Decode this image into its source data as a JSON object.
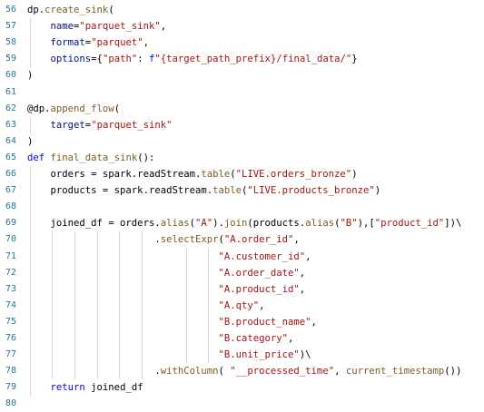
{
  "editor": {
    "line_numbers": [
      "56",
      "57",
      "58",
      "59",
      "60",
      "61",
      "62",
      "63",
      "64",
      "65",
      "66",
      "67",
      "68",
      "69",
      "70",
      "71",
      "72",
      "73",
      "74",
      "75",
      "76",
      "77",
      "78",
      "79",
      "80"
    ],
    "lines": [
      {
        "indent": "",
        "tokens": [
          {
            "t": "dp",
            "c": "plain"
          },
          {
            "t": ".",
            "c": "plain"
          },
          {
            "t": "create_sink",
            "c": "fn"
          },
          {
            "t": "(",
            "c": "plain"
          }
        ]
      },
      {
        "indent": "    ",
        "tokens": [
          {
            "t": "name",
            "c": "var"
          },
          {
            "t": "=",
            "c": "plain"
          },
          {
            "t": "\"parquet_sink\"",
            "c": "str"
          },
          {
            "t": ",",
            "c": "plain"
          }
        ]
      },
      {
        "indent": "    ",
        "tokens": [
          {
            "t": "format",
            "c": "var"
          },
          {
            "t": "=",
            "c": "plain"
          },
          {
            "t": "\"parquet\"",
            "c": "str"
          },
          {
            "t": ",",
            "c": "plain"
          }
        ]
      },
      {
        "indent": "    ",
        "tokens": [
          {
            "t": "options",
            "c": "var"
          },
          {
            "t": "={",
            "c": "plain"
          },
          {
            "t": "\"path\"",
            "c": "str"
          },
          {
            "t": ": ",
            "c": "plain"
          },
          {
            "t": "f",
            "c": "kw"
          },
          {
            "t": "\"{target_path_prefix}/final_data/\"",
            "c": "str"
          },
          {
            "t": "}",
            "c": "plain"
          }
        ]
      },
      {
        "indent": "",
        "tokens": [
          {
            "t": ")",
            "c": "plain"
          }
        ]
      },
      {
        "indent": "",
        "tokens": []
      },
      {
        "indent": "",
        "tokens": [
          {
            "t": "@dp.",
            "c": "plain"
          },
          {
            "t": "append_flow",
            "c": "dec"
          },
          {
            "t": "(",
            "c": "plain"
          }
        ]
      },
      {
        "indent": "    ",
        "tokens": [
          {
            "t": "target",
            "c": "var"
          },
          {
            "t": "=",
            "c": "plain"
          },
          {
            "t": "\"parquet_sink\"",
            "c": "str"
          }
        ]
      },
      {
        "indent": "",
        "tokens": [
          {
            "t": ")",
            "c": "plain"
          }
        ]
      },
      {
        "indent": "",
        "tokens": [
          {
            "t": "def",
            "c": "kw"
          },
          {
            "t": " ",
            "c": "plain"
          },
          {
            "t": "final_data_sink",
            "c": "fn"
          },
          {
            "t": "():",
            "c": "plain"
          }
        ]
      },
      {
        "indent": "    ",
        "tokens": [
          {
            "t": "orders = spark.readStream.",
            "c": "plain"
          },
          {
            "t": "table",
            "c": "fn"
          },
          {
            "t": "(",
            "c": "plain"
          },
          {
            "t": "\"LIVE.orders_bronze\"",
            "c": "str"
          },
          {
            "t": ")",
            "c": "plain"
          }
        ]
      },
      {
        "indent": "    ",
        "tokens": [
          {
            "t": "products = spark.readStream.",
            "c": "plain"
          },
          {
            "t": "table",
            "c": "fn"
          },
          {
            "t": "(",
            "c": "plain"
          },
          {
            "t": "\"LIVE.products_bronze\"",
            "c": "str"
          },
          {
            "t": ")",
            "c": "plain"
          }
        ]
      },
      {
        "indent": "",
        "tokens": []
      },
      {
        "indent": "    ",
        "tokens": [
          {
            "t": "joined_df = orders.",
            "c": "plain"
          },
          {
            "t": "alias",
            "c": "fn"
          },
          {
            "t": "(",
            "c": "plain"
          },
          {
            "t": "\"A\"",
            "c": "str"
          },
          {
            "t": ").",
            "c": "plain"
          },
          {
            "t": "join",
            "c": "fn"
          },
          {
            "t": "(products.",
            "c": "plain"
          },
          {
            "t": "alias",
            "c": "fn"
          },
          {
            "t": "(",
            "c": "plain"
          },
          {
            "t": "\"B\"",
            "c": "str"
          },
          {
            "t": "),[",
            "c": "plain"
          },
          {
            "t": "\"product_id\"",
            "c": "str"
          },
          {
            "t": "])\\",
            "c": "plain"
          }
        ]
      },
      {
        "indent": "                      ",
        "tokens": [
          {
            "t": ".",
            "c": "plain"
          },
          {
            "t": "selectExpr",
            "c": "fn"
          },
          {
            "t": "(",
            "c": "plain"
          },
          {
            "t": "\"A.order_id\"",
            "c": "str"
          },
          {
            "t": ",",
            "c": "plain"
          }
        ]
      },
      {
        "indent": "                                 ",
        "tokens": [
          {
            "t": "\"A.customer_id\"",
            "c": "str"
          },
          {
            "t": ",",
            "c": "plain"
          }
        ]
      },
      {
        "indent": "                                 ",
        "tokens": [
          {
            "t": "\"A.order_date\"",
            "c": "str"
          },
          {
            "t": ",",
            "c": "plain"
          }
        ]
      },
      {
        "indent": "                                 ",
        "tokens": [
          {
            "t": "\"A.product_id\"",
            "c": "str"
          },
          {
            "t": ",",
            "c": "plain"
          }
        ]
      },
      {
        "indent": "                                 ",
        "tokens": [
          {
            "t": "\"A.qty\"",
            "c": "str"
          },
          {
            "t": ",",
            "c": "plain"
          }
        ]
      },
      {
        "indent": "                                 ",
        "tokens": [
          {
            "t": "\"B.product_name\"",
            "c": "str"
          },
          {
            "t": ",",
            "c": "plain"
          }
        ]
      },
      {
        "indent": "                                 ",
        "tokens": [
          {
            "t": "\"B.category\"",
            "c": "str"
          },
          {
            "t": ",",
            "c": "plain"
          }
        ]
      },
      {
        "indent": "                                 ",
        "tokens": [
          {
            "t": "\"B.unit_price\"",
            "c": "str"
          },
          {
            "t": ")\\",
            "c": "plain"
          }
        ]
      },
      {
        "indent": "                      ",
        "tokens": [
          {
            "t": ".",
            "c": "plain"
          },
          {
            "t": "withColumn",
            "c": "fn"
          },
          {
            "t": "( ",
            "c": "plain"
          },
          {
            "t": "\"__processed_time\"",
            "c": "str"
          },
          {
            "t": ", ",
            "c": "plain"
          },
          {
            "t": "current_timestamp",
            "c": "fn"
          },
          {
            "t": "())",
            "c": "plain"
          }
        ]
      },
      {
        "indent": "    ",
        "tokens": [
          {
            "t": "return",
            "c": "kw"
          },
          {
            "t": " joined_df",
            "c": "plain"
          }
        ]
      },
      {
        "indent": "",
        "tokens": []
      }
    ]
  }
}
